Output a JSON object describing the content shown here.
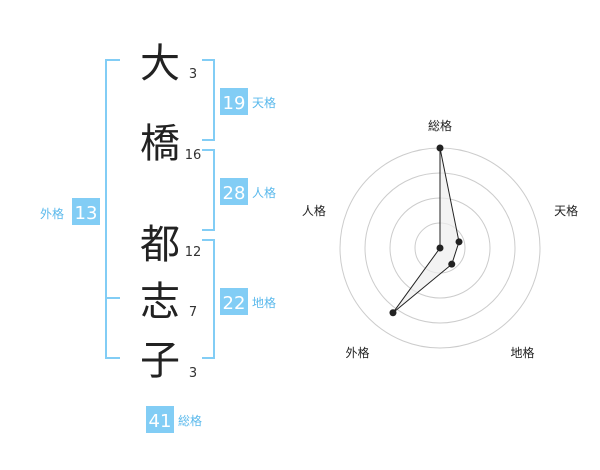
{
  "name_chars": [
    {
      "char": "大",
      "strokes": "3"
    },
    {
      "char": "橋",
      "strokes": "16"
    },
    {
      "char": "都",
      "strokes": "12"
    },
    {
      "char": "志",
      "strokes": "7"
    },
    {
      "char": "子",
      "strokes": "3"
    }
  ],
  "kaku": {
    "tenkaku": {
      "value": "19",
      "label": "天格"
    },
    "jinkaku": {
      "value": "28",
      "label": "人格"
    },
    "chikaku": {
      "value": "22",
      "label": "地格"
    },
    "gaikaku": {
      "value": "13",
      "label": "外格"
    },
    "soukaku": {
      "value": "41",
      "label": "総格"
    }
  },
  "colors": {
    "accent": "#82cdf5",
    "bracket": "#82cdf5",
    "label_text": "#5ab9ec",
    "char_text": "#222222",
    "grid": "#cccccc",
    "fill": "#eeeeee",
    "stroke": "#222222"
  },
  "chart_data": {
    "type": "radar",
    "axes": [
      "総格",
      "天格",
      "地格",
      "外格",
      "人格"
    ],
    "values": [
      5,
      1,
      1,
      4,
      0
    ],
    "rmax": 5,
    "rings": 4
  }
}
